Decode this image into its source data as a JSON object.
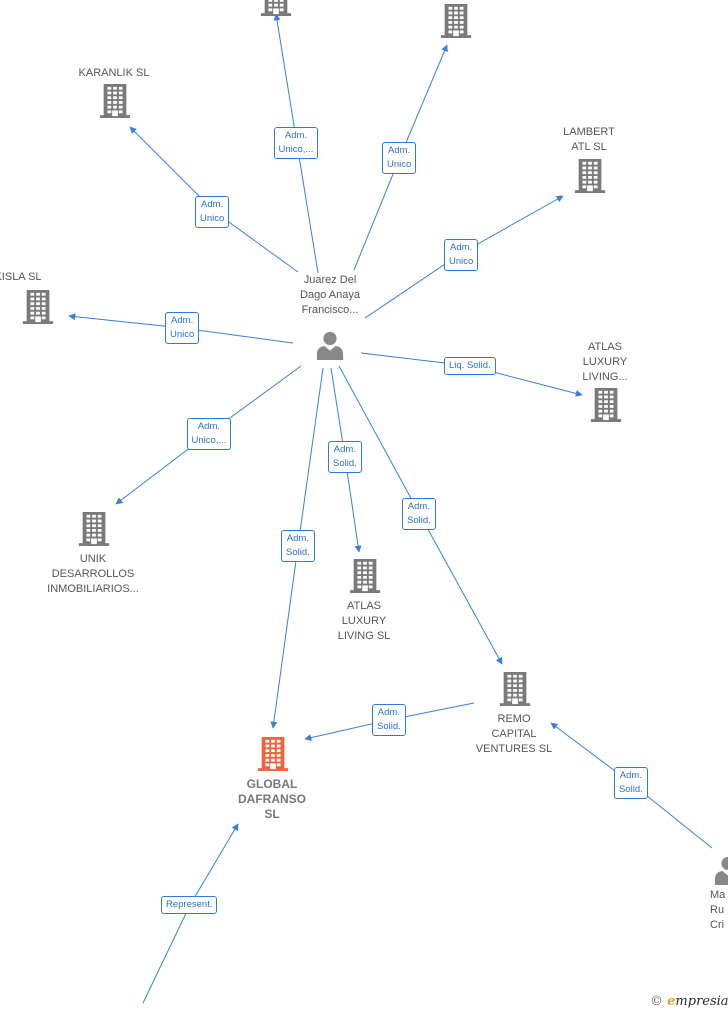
{
  "colors": {
    "edge": "#3a7fd5",
    "company": "#7a7a7a",
    "focus_company": "#f0643c",
    "person": "#888888",
    "label_border": "#2e7bd6"
  },
  "people": [
    {
      "id": "p_juarez",
      "icon": "person-icon",
      "lines": [
        "Juarez Del",
        "Dago Anaya",
        "Francisco..."
      ]
    },
    {
      "id": "p_ma",
      "icon": "person-icon",
      "lines": [
        "Ma",
        "Ru",
        "Cri"
      ]
    }
  ],
  "companies": [
    {
      "id": "c_top1",
      "icon": "building-icon",
      "lines": []
    },
    {
      "id": "c_top2",
      "icon": "building-icon",
      "lines": []
    },
    {
      "id": "c_karanlik",
      "icon": "building-icon",
      "lines": [
        "KARANLIK SL"
      ]
    },
    {
      "id": "c_lambert",
      "icon": "building-icon",
      "lines": [
        "LAMBERT",
        "ATL SL"
      ]
    },
    {
      "id": "c_ulukisla",
      "icon": "building-icon",
      "lines": [
        "ULUKISLA SL"
      ]
    },
    {
      "id": "c_atlas1",
      "icon": "building-icon",
      "lines": [
        "ATLAS",
        "LUXURY",
        "LIVING..."
      ]
    },
    {
      "id": "c_unik",
      "icon": "building-icon",
      "lines": [
        "UNIK",
        "DESARROLLOS",
        "INMOBILIARIOS..."
      ]
    },
    {
      "id": "c_atlas2",
      "icon": "building-icon",
      "lines": [
        "ATLAS",
        "LUXURY",
        "LIVING SL"
      ]
    },
    {
      "id": "c_remo",
      "icon": "building-icon",
      "lines": [
        "REMO",
        "CAPITAL",
        "VENTURES SL"
      ]
    },
    {
      "id": "c_global",
      "icon": "building-icon",
      "focus": true,
      "lines": [
        "GLOBAL",
        "DAFRANSO",
        "SL"
      ]
    }
  ],
  "edges": [
    {
      "from": "p_juarez",
      "to": "c_top1",
      "lines": [
        "Adm.",
        "Unico,..."
      ]
    },
    {
      "from": "p_juarez",
      "to": "c_top2",
      "lines": [
        "Adm.",
        "Unico"
      ]
    },
    {
      "from": "p_juarez",
      "to": "c_karanlik",
      "lines": [
        "Adm.",
        "Unico"
      ]
    },
    {
      "from": "p_juarez",
      "to": "c_lambert",
      "lines": [
        "Adm.",
        "Unico"
      ]
    },
    {
      "from": "p_juarez",
      "to": "c_ulukisla",
      "lines": [
        "Adm.",
        "Unico"
      ]
    },
    {
      "from": "p_juarez",
      "to": "c_atlas1",
      "lines": [
        "Liq. Solid."
      ]
    },
    {
      "from": "p_juarez",
      "to": "c_unik",
      "lines": [
        "Adm.",
        "Unico,..."
      ]
    },
    {
      "from": "p_juarez",
      "to": "c_atlas2",
      "lines": [
        "Adm.",
        "Solid."
      ]
    },
    {
      "from": "p_juarez",
      "to": "c_remo",
      "lines": [
        "Adm.",
        "Solid."
      ]
    },
    {
      "from": "p_juarez",
      "to": "c_global",
      "lines": [
        "Adm.",
        "Solid."
      ]
    },
    {
      "from": "c_remo",
      "to": "c_global",
      "lines": [
        "Adm.",
        "Solid."
      ]
    },
    {
      "from": "p_ma",
      "to": "c_remo",
      "lines": [
        "Adm.",
        "Solid."
      ]
    },
    {
      "from": "p_offscreen",
      "to": "c_global",
      "lines": [
        "Represent."
      ]
    }
  ],
  "watermark": {
    "symbol": "©",
    "brand_initial": "e",
    "brand_rest": "mpresia"
  }
}
